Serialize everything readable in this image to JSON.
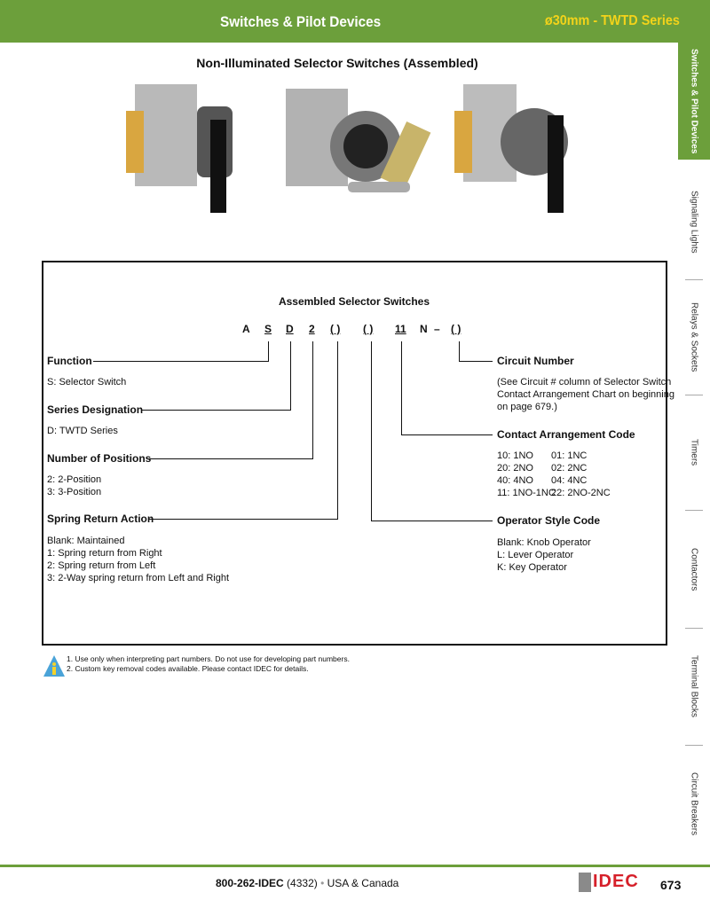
{
  "header": {
    "title": "Switches & Pilot Devices",
    "series": "ø30mm - TWTD Series"
  },
  "page_title": "Non-Illuminated Selector Switches (Assembled)",
  "side_tabs": [
    "Switches & Pilot Devices",
    "Signaling Lights",
    "Relays & Sockets",
    "Timers",
    "Contactors",
    "Terminal Blocks",
    "Circuit Breakers"
  ],
  "diagram": {
    "heading": "Assembled Selector Switches",
    "code": [
      "A",
      "S",
      "D",
      "2",
      "( )",
      "( )",
      "11",
      "N",
      "–",
      "( )"
    ],
    "function": {
      "label": "Function",
      "items": [
        "S:  Selector Switch"
      ]
    },
    "series": {
      "label": "Series Designation",
      "items": [
        "D:  TWTD Series"
      ]
    },
    "positions": {
      "label": "Number of Positions",
      "items": [
        "2:  2-Position",
        "3:  3-Position"
      ]
    },
    "spring": {
      "label": "Spring Return Action",
      "items": [
        "Blank:  Maintained",
        "1:   Spring return from Right",
        "2:   Spring return from Left",
        "3:   2-Way spring return from Left and Right"
      ]
    },
    "circuit": {
      "label": "Circuit Number",
      "items": [
        "(See Circuit # column of Selector Switch",
        "Contact Arrangement Chart on beginning",
        "on page 679.)"
      ]
    },
    "contact": {
      "label": "Contact Arrangement Code",
      "left": [
        "10: 1NO",
        "20: 2NO",
        "40: 4NO",
        "11: 1NO-1NC"
      ],
      "right": [
        "01: 1NC",
        "02: 2NC",
        "04: 4NC",
        "22: 2NO-2NC"
      ]
    },
    "operator": {
      "label": "Operator Style Code",
      "items": [
        "Blank: Knob Operator",
        "L:  Lever Operator",
        "K:  Key Operator"
      ]
    }
  },
  "notes": [
    "1.  Use only when interpreting part numbers. Do not use for developing part numbers.",
    "2.  Custom key removal codes available. Please contact IDEC for details."
  ],
  "footer": {
    "phone": "800-262-IDEC",
    "phone_num": " (4332) ",
    "bullet": "•",
    "region": " USA & Canada",
    "logo": "IDEC",
    "page": "673"
  }
}
